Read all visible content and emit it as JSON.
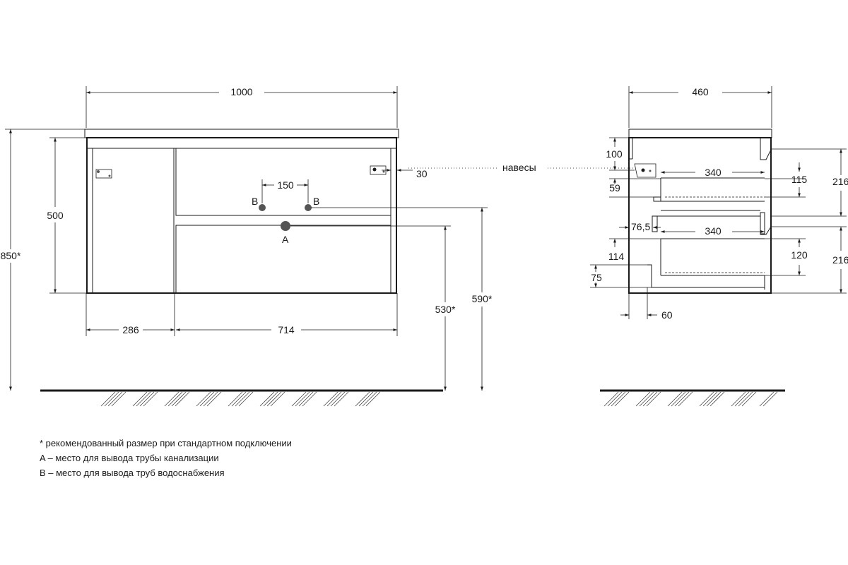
{
  "front_view": {
    "width": "1000",
    "height_total": "850*",
    "height_body": "500",
    "left_section": "286",
    "right_section": "714",
    "pipe_spacing": "150",
    "hinge_offset": "30",
    "drain_height": "530*",
    "water_height": "590*",
    "label_a": "A",
    "label_b_left": "B",
    "label_b_right": "B"
  },
  "side_view": {
    "depth": "460",
    "top_gap": "100",
    "drawer_depth_top": "340",
    "drawer_depth_bottom": "340",
    "dim_59": "59",
    "dim_76_5": "76,5",
    "dim_114": "114",
    "dim_75": "75",
    "dim_60": "60",
    "dim_115": "115",
    "dim_120": "120",
    "drawer_height_top": "216",
    "drawer_height_bottom": "216"
  },
  "hinges_label": "навесы",
  "notes": [
    "* рекомендованный размер при стандартном подключении",
    "A – место для вывода трубы канализации",
    "B – место для вывода труб водоснабжения"
  ]
}
